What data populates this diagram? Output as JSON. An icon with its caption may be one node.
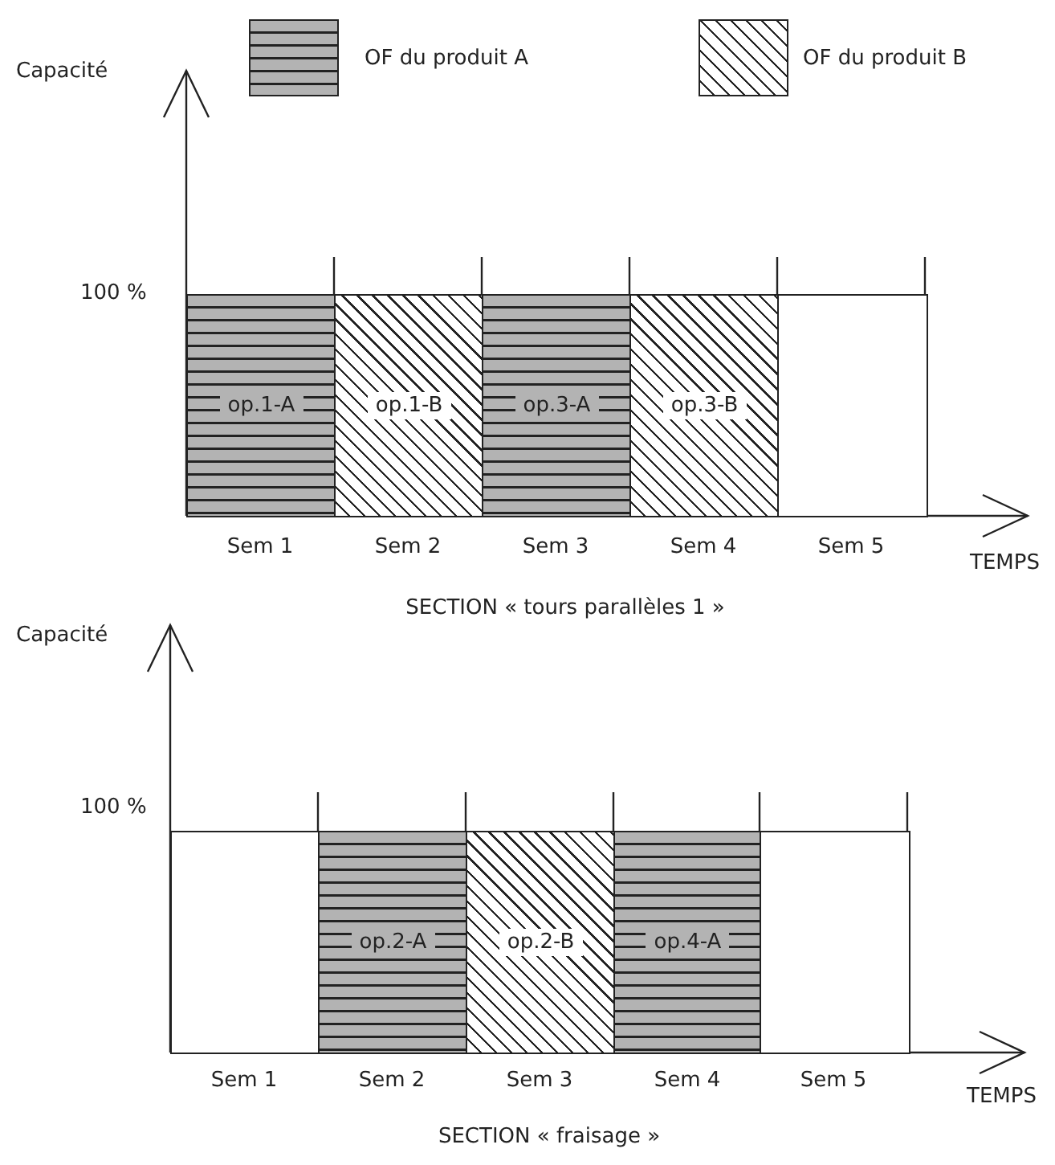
{
  "diagram": {
    "nodes": [
      {
        "text": [
          "op.1-A"
        ]
      },
      {
        "text": [
          "op.1-B"
        ]
      },
      {
        "text": [
          "op.3-A"
        ]
      },
      {
        "text": [
          "op.3-B"
        ]
      },
      {
        "text": [],
        "shape": "box"
      },
      {
        "text": [],
        "shape": "box"
      },
      {
        "text": [
          "op.2-A"
        ]
      },
      {
        "text": [
          "op.2-B"
        ]
      },
      {
        "text": [
          "op.4-A"
        ]
      },
      {
        "text": [],
        "shape": "box"
      }
    ],
    "labels": [
      "Capacité",
      "100 %",
      "Sem 1",
      "Sem 2",
      "Sem 3",
      "Sem 4",
      "Sem 5",
      "TEMPS",
      "SECTION « tours parallèles 1 »",
      "Capacité",
      "100 %",
      "Sem 1",
      "Sem 2",
      "Sem 3",
      "Sem 4",
      "Sem 5",
      "TEMPS",
      "SECTION « fraisage »"
    ],
    "legend": [
      {
        "text": "OF du produit A"
      },
      {
        "text": "OF du produit B"
      }
    ]
  }
}
